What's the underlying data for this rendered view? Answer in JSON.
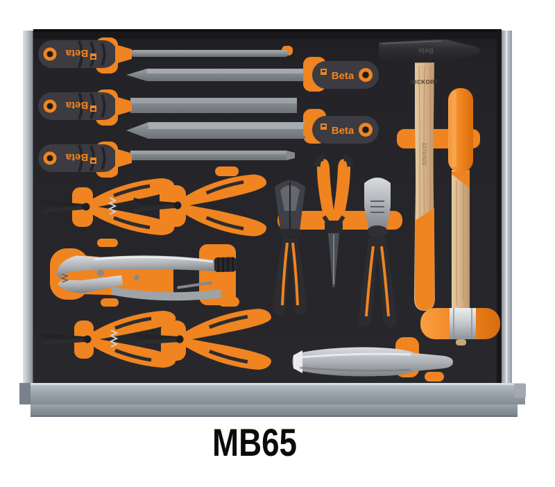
{
  "caption": {
    "model": "MB65"
  },
  "branding": {
    "brand": "Beta",
    "file_handle_label": "Beta",
    "hammer_head_label": "Beta",
    "hammer_wood_stamp": "HICKORY",
    "hammer_model_stamp": "1370/500"
  },
  "colors": {
    "background": "#ffffff",
    "foam_black": "#242428",
    "accent_orange": "#F08420",
    "accent_orange_dark": "#DD6F0E",
    "drawer_rail_gray": "#99A1A9",
    "steel": "#AEB2B6",
    "wood": "#D9B78C",
    "tool_black": "#2C2C31",
    "caption_text": "#0B0B0B"
  },
  "tools": [
    "round-file",
    "flat-file",
    "square-file",
    "half-round-file",
    "slim-flat-file",
    "engineer-hammer",
    "soft-face-mallet",
    "bent-nose-circlip-pliers",
    "circlip-pliers",
    "locking-pliers",
    "diagonal-side-cutters",
    "long-nose-pliers",
    "combination-pliers",
    "straight-circlip-pliers",
    "straight-circlip-pliers-2",
    "flat-chisel"
  ]
}
